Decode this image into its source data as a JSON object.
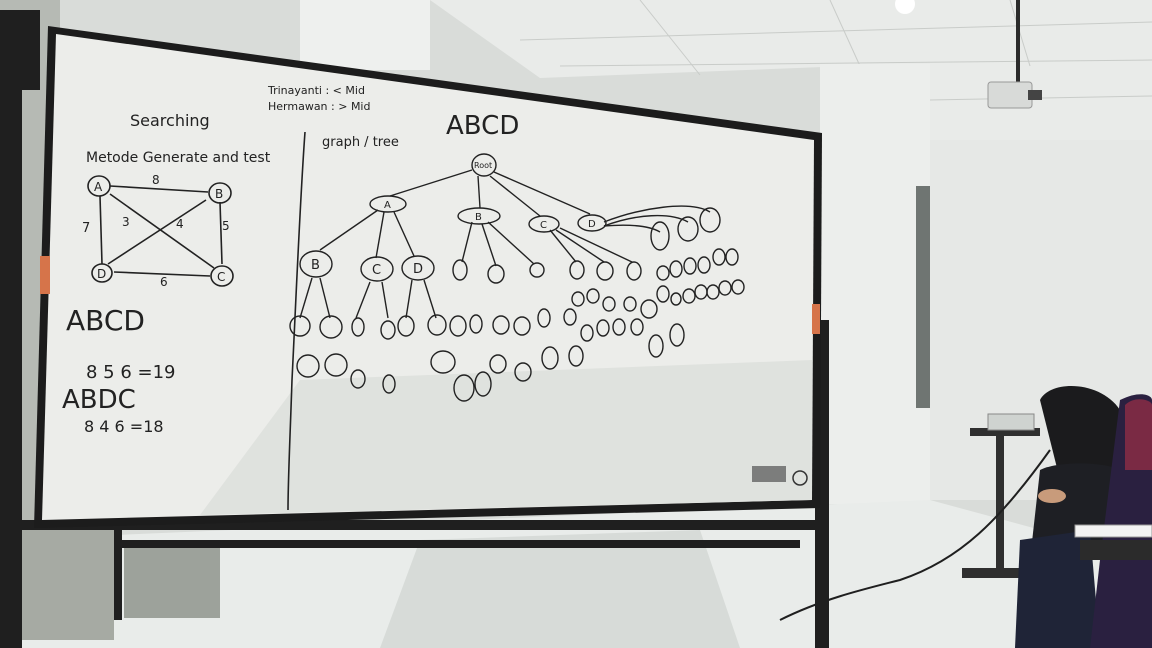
{
  "whiteboard": {
    "notes": {
      "name1": "Trinayanti : < Mid",
      "name2": "Hermawan : > Mid",
      "title": "Searching",
      "method": "Metode Generate and test",
      "graph_tree": "graph / tree",
      "abcd_top": "ABCD",
      "path1": "ABCD",
      "path1_costs": "8 5 6 =19",
      "path2": "ABDC",
      "path2_costs": "8 4 6 =18"
    },
    "graph": {
      "nodes": [
        "A",
        "B",
        "C",
        "D"
      ],
      "edge_weights": [
        "8",
        "7",
        "3",
        "4",
        "5",
        "6"
      ]
    },
    "tree": {
      "root": "Root",
      "level1": [
        "A",
        "B",
        "C",
        "D"
      ],
      "level2_under_A": [
        "B",
        "C",
        "D"
      ]
    }
  },
  "scene": {
    "wall_color": "#e4e6e3",
    "board_color": "#ecedea",
    "frame_color": "#1c1c1c"
  }
}
